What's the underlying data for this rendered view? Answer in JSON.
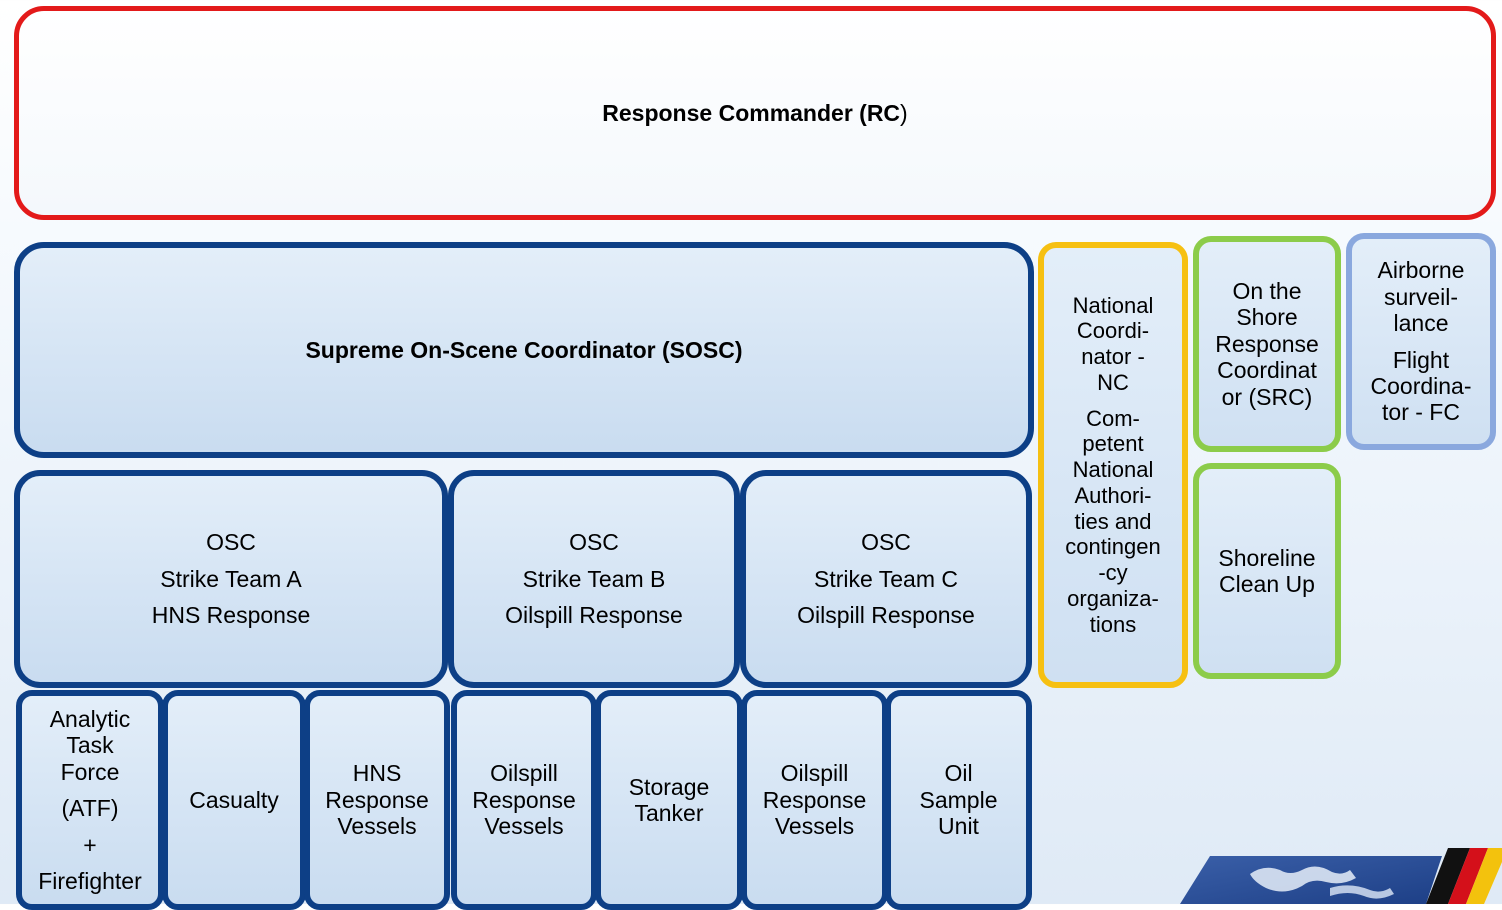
{
  "response_commander": {
    "label": "Response Commander (RC",
    "label_tail": ")"
  },
  "sosc": {
    "label": "Supreme On-Scene Coordinator (SOSC)"
  },
  "teams": [
    {
      "line1": "OSC",
      "line2": "Strike Team A",
      "line3": "HNS Response"
    },
    {
      "line1": "OSC",
      "line2": "Strike Team B",
      "line3": "Oilspill Response"
    },
    {
      "line1": "OSC",
      "line2": "Strike Team C",
      "line3": "Oilspill Response"
    }
  ],
  "units": {
    "atf": {
      "l1": "Analytic",
      "l2": "Task",
      "l3": "Force",
      "l4": "(ATF)",
      "l5": "+",
      "l6": "Firefighter"
    },
    "casualty": {
      "l1": "Casualty"
    },
    "hns_vessels": {
      "l1": "HNS",
      "l2": "Response",
      "l3": "Vessels"
    },
    "oil_vessels_b": {
      "l1": "Oilspill",
      "l2": "Response",
      "l3": "Vessels"
    },
    "storage": {
      "l1": "Storage",
      "l2": "Tanker"
    },
    "oil_vessels_c": {
      "l1": "Oilspill",
      "l2": "Response",
      "l3": "Vessels"
    },
    "oil_sample": {
      "l1": "Oil",
      "l2": "Sample",
      "l3": "Unit"
    }
  },
  "national": {
    "l1": "National",
    "l2": "Coordi-",
    "l3": "nator -",
    "l4": "NC",
    "l5": "Com-",
    "l6": "petent",
    "l7": "National",
    "l8": "Authori-",
    "l9": "ties and",
    "l10": "contingen",
    "l11": "-cy",
    "l12": "organiza-",
    "l13": "tions"
  },
  "src": {
    "l1": "On the",
    "l2": "Shore",
    "l3": "Response",
    "l4": "Coordinat",
    "l5": "or (SRC)"
  },
  "shoreline": {
    "l1": "Shoreline",
    "l2": "Clean Up"
  },
  "airborne": {
    "l1": "Airborne",
    "l2": "surveil-",
    "l3": "lance",
    "l4": "Flight",
    "l5": "Coordina-",
    "l6": "tor - FC"
  },
  "colors": {
    "rc_border": "#e31a1a",
    "navy_border": "#0d3f86",
    "nc_border": "#f6c012",
    "green_border": "#8ccc4a",
    "lightblue_border": "#8aa8de"
  }
}
